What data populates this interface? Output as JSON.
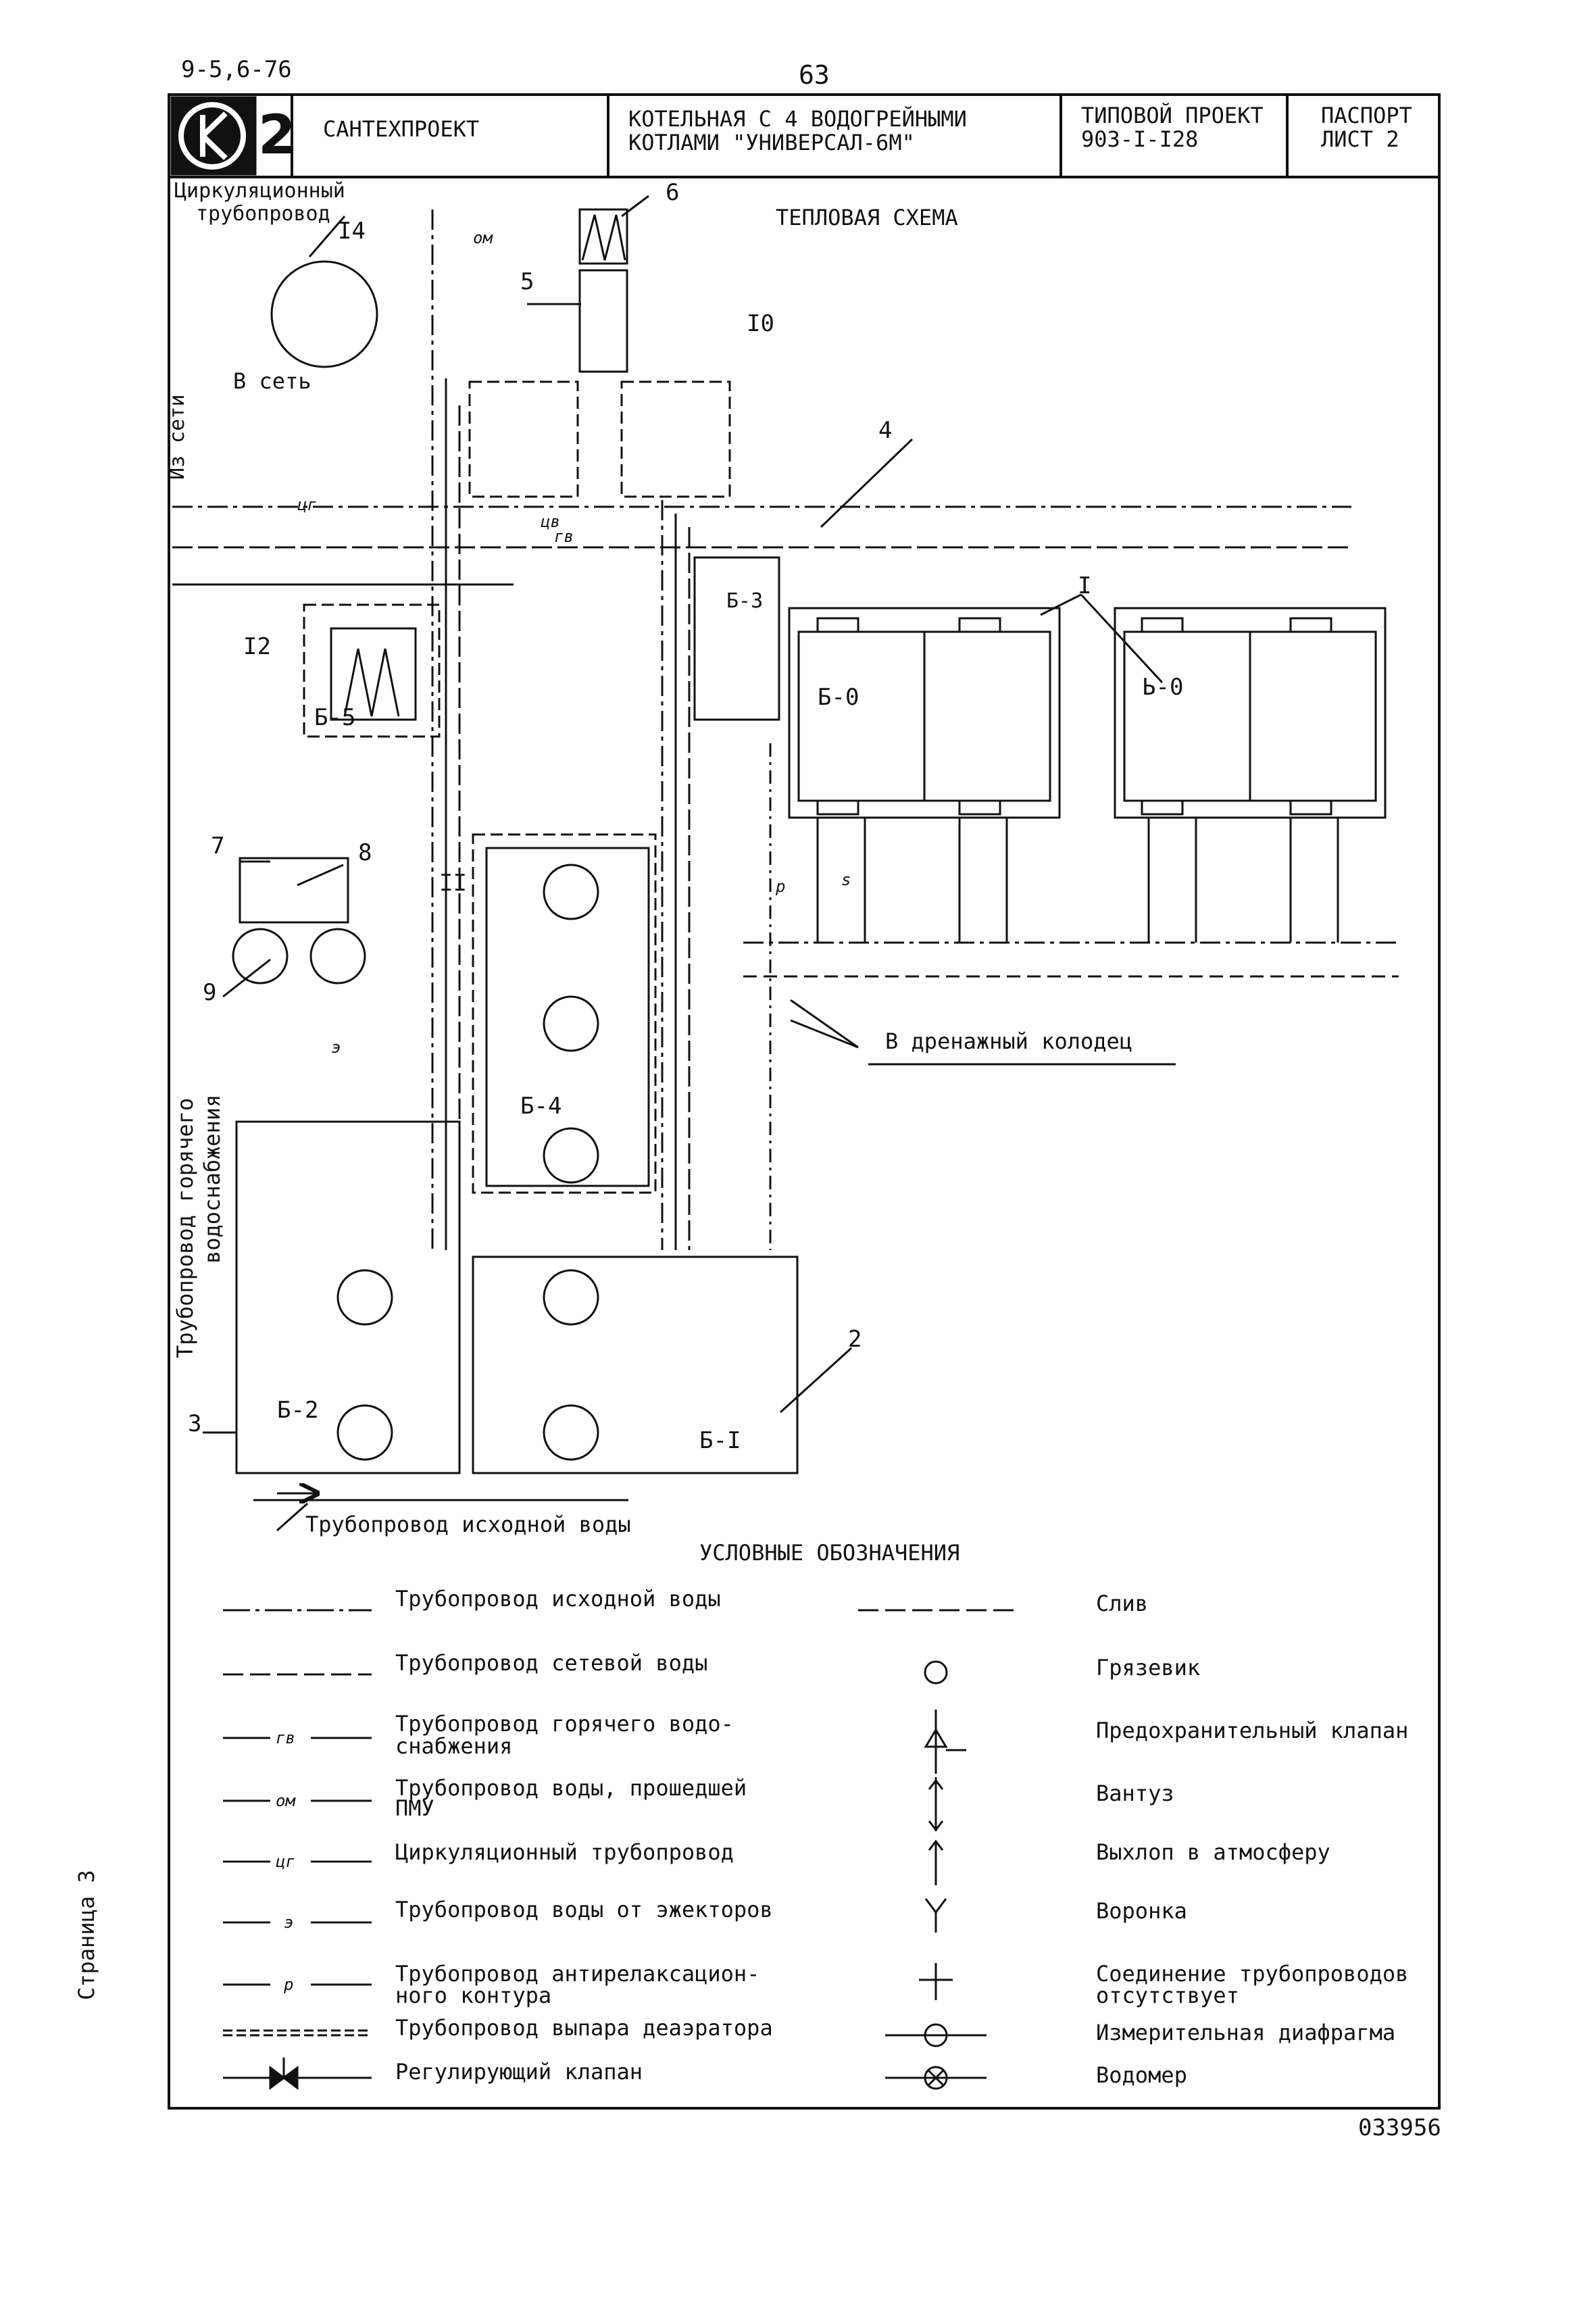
{
  "page": {
    "doc_code": "9-5,6-76",
    "page_number": "63",
    "side_label": "Страница 3",
    "archive_number": "033956"
  },
  "title_block": {
    "logo_number": "2",
    "org": "САНТЕХПРОЕКТ",
    "title_line1": "КОТЕЛЬНАЯ С 4 ВОДОГРЕЙНЫМИ",
    "title_line2": "КОТЛАМИ \"УНИВЕРСАЛ-6М\"",
    "project_line1": "ТИПОВОЙ ПРОЕКТ",
    "project_line2": "903-I-I28",
    "sheet_line1": "ПАСПОРТ",
    "sheet_line2": "ЛИСТ 2"
  },
  "diagram": {
    "title": "ТЕПЛОВАЯ СХЕМА",
    "labels": {
      "circ_line1": "Циркуляционный",
      "circ_line2": "трубопровод",
      "to_network": "В сеть",
      "from_network": "Из сети",
      "hot_water_line1": "Трубопровод горячего",
      "hot_water_line2": "водоснабжения",
      "raw_water": "Трубопровод исходной воды",
      "drain_well": "В дренажный колодец"
    },
    "numbers": {
      "n1": "I",
      "n2": "2",
      "n3": "3",
      "n4": "4",
      "n5": "5",
      "n6": "6",
      "n7": "7",
      "n8": "8",
      "n9": "9",
      "n10": "I0",
      "n11": "II",
      "n12": "I2",
      "n14": "I4"
    },
    "blocks": {
      "b0a": "Б-0",
      "b0b": "Ь-0",
      "b1": "Б-I",
      "b2": "Б-2",
      "b3": "Б-3",
      "b4": "Б-4",
      "b5": "Б-5"
    },
    "pipe_codes": {
      "om": "ом",
      "gv": "гв",
      "cg": "цг",
      "e": "э",
      "r": "р",
      "s": "s",
      "tsv": "цв"
    }
  },
  "legend": {
    "title": "УСЛОВНЫЕ ОБОЗНАЧЕНИЯ",
    "left": [
      {
        "code": "",
        "text1": "Трубопровод исходной воды",
        "text2": ""
      },
      {
        "code": "",
        "text1": "Трубопровод сетевой воды",
        "text2": ""
      },
      {
        "code": "гв",
        "text1": "Трубопровод горячего водо-",
        "text2": "снабжения"
      },
      {
        "code": "ом",
        "text1": "Трубопровод воды, прошедшей",
        "text2": "ПМУ"
      },
      {
        "code": "цг",
        "text1": "Циркуляционный трубопровод",
        "text2": ""
      },
      {
        "code": "э",
        "text1": "Трубопровод воды от эжекторов",
        "text2": ""
      },
      {
        "code": "р",
        "text1": "Трубопровод антирелаксацион-",
        "text2": "ного контура"
      },
      {
        "code": "",
        "text1": "Трубопровод выпара деаэратора",
        "text2": ""
      },
      {
        "code": "",
        "text1": "Регулирующий клапан",
        "text2": ""
      }
    ],
    "right": [
      {
        "text1": "Слив",
        "text2": ""
      },
      {
        "text1": "Грязевик",
        "text2": ""
      },
      {
        "text1": "Предохранительный клапан",
        "text2": ""
      },
      {
        "text1": "Вантуз",
        "text2": ""
      },
      {
        "text1": "Выхлоп в атмосферу",
        "text2": ""
      },
      {
        "text1": "Воронка",
        "text2": ""
      },
      {
        "text1": "Соединение трубопроводов",
        "text2": "отсутствует"
      },
      {
        "text1": "Измерительная диафрагма",
        "text2": ""
      },
      {
        "text1": "Водомер",
        "text2": ""
      }
    ]
  }
}
